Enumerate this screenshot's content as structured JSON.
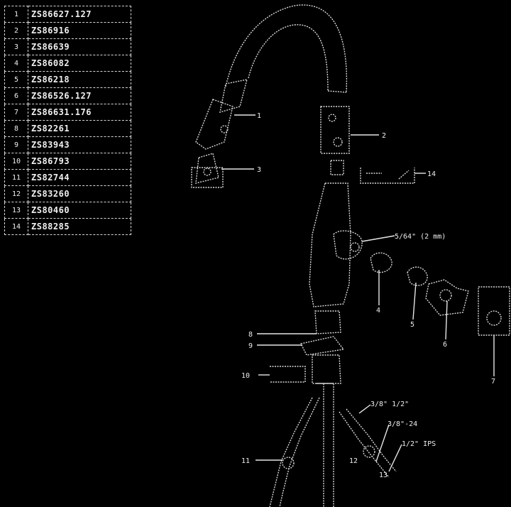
{
  "parts_table": [
    {
      "num": "1",
      "code": "ZS86627.127"
    },
    {
      "num": "2",
      "code": "ZS86916"
    },
    {
      "num": "3",
      "code": "ZS86639"
    },
    {
      "num": "4",
      "code": "ZS86082"
    },
    {
      "num": "5",
      "code": "ZS86218"
    },
    {
      "num": "6",
      "code": "ZS86526.127"
    },
    {
      "num": "7",
      "code": "ZS86631.176"
    },
    {
      "num": "8",
      "code": "ZS82261"
    },
    {
      "num": "9",
      "code": "ZS83943"
    },
    {
      "num": "10",
      "code": "ZS86793"
    },
    {
      "num": "11",
      "code": "ZS82744"
    },
    {
      "num": "12",
      "code": "ZS83260"
    },
    {
      "num": "13",
      "code": "ZS80460"
    },
    {
      "num": "14",
      "code": "ZS88285"
    }
  ],
  "callouts": {
    "c1": "1",
    "c2": "2",
    "c3": "3",
    "c4": "4",
    "c5": "5",
    "c6": "6",
    "c7": "7",
    "c8": "8",
    "c9": "9",
    "c10": "10",
    "c11": "11",
    "c12": "12",
    "c13": "13",
    "c14": "14"
  },
  "notes": {
    "hex_note": "5/64\" (2 mm)",
    "gasket_note": "3/8\" 1/2\"",
    "thread_note": "3/8\"-24",
    "supply_note": "1/2\" IPS"
  }
}
